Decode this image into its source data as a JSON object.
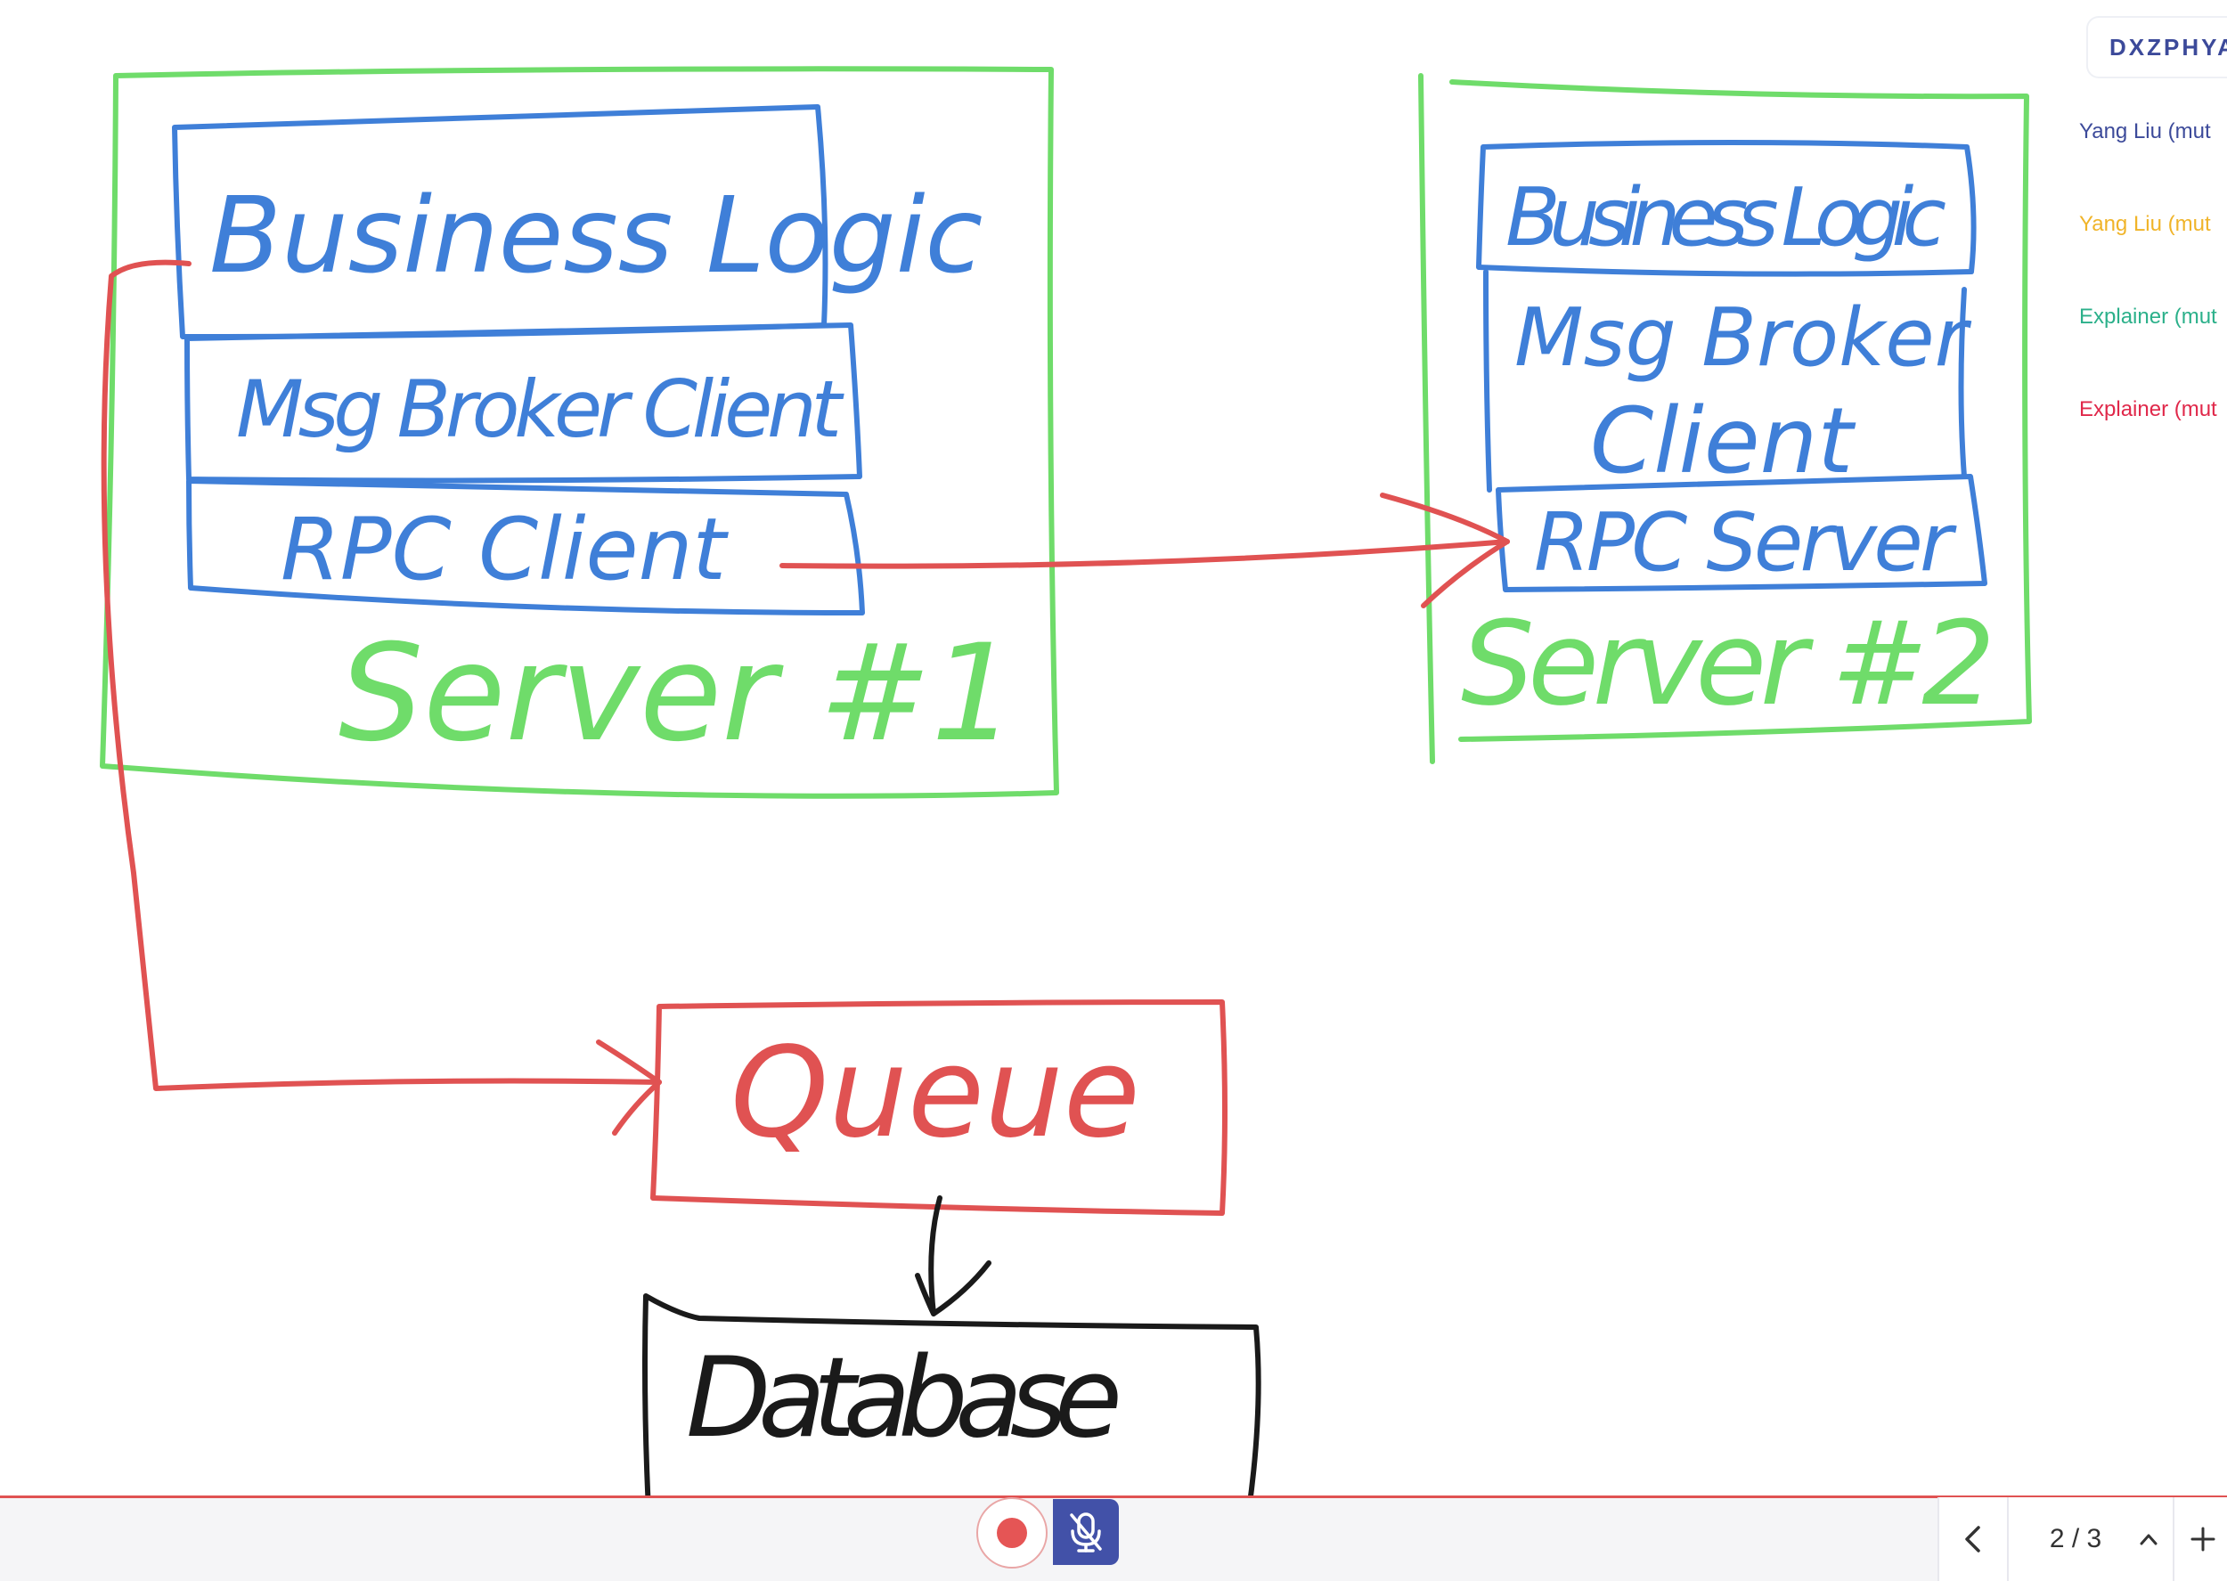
{
  "whiteboard": {
    "server1": {
      "title": "Server #1",
      "layers": [
        "Business Logic",
        "Msg Broker Client",
        "RPC Client"
      ]
    },
    "server2": {
      "title": "Server #2",
      "layers": [
        "Business Logic",
        "Msg Broker",
        "Client",
        "RPC Server"
      ]
    },
    "queue": "Queue",
    "database": "Database",
    "colors": {
      "server": "#6fdc6a",
      "layer": "#3f7fd8",
      "flow": "#e05252",
      "db": "#1a1a1a"
    }
  },
  "room": {
    "code": "DXZPHYA"
  },
  "participants": [
    {
      "name": "Yang Liu (mut",
      "color": "#3c4a9a"
    },
    {
      "name": "Yang Liu (mut",
      "color": "#f0b429"
    },
    {
      "name": "Explainer (mut",
      "color": "#2bb08a"
    },
    {
      "name": "Explainer (mut",
      "color": "#e0284a"
    }
  ],
  "toolbar": {
    "record_icon": "record-icon",
    "mic_icon": "mic-muted-icon"
  },
  "pager": {
    "current": "2 / 3",
    "prev_icon": "chevron-left-icon",
    "up_icon": "chevron-up-icon",
    "add_icon": "plus-icon"
  }
}
